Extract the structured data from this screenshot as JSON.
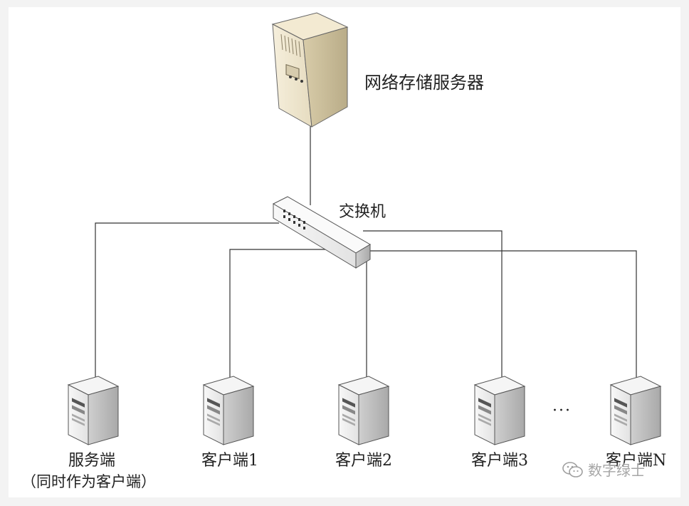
{
  "diagram": {
    "storage_server_label": "网络存储服务器",
    "switch_label": "交换机",
    "server_node": {
      "label": "服务端",
      "sublabel": "（同时作为客户端）"
    },
    "clients": [
      {
        "label": "客户端1"
      },
      {
        "label": "客户端2"
      },
      {
        "label": "客户端3"
      },
      {
        "label": "客户端N"
      }
    ],
    "ellipsis": "···"
  },
  "watermark": {
    "text": "数字绿士",
    "icon": "wechat-icon"
  },
  "colors": {
    "line": "#333333",
    "server_body": "#efe6cf",
    "server_shadow": "#c9bd9e",
    "switch_body": "#f4f4f4"
  }
}
